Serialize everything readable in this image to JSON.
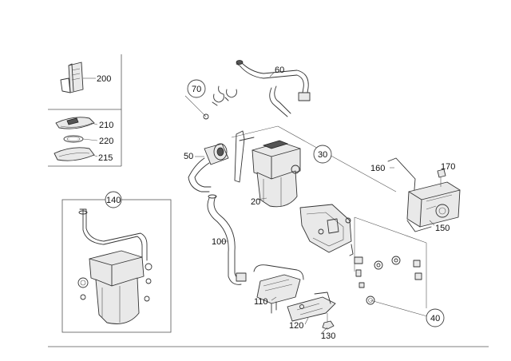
{
  "callouts": [
    {
      "id": "200",
      "text": "200"
    },
    {
      "id": "210",
      "text": "210"
    },
    {
      "id": "220",
      "text": "220"
    },
    {
      "id": "215",
      "text": "215"
    },
    {
      "id": "140",
      "text": "140"
    },
    {
      "id": "70",
      "text": "70"
    },
    {
      "id": "60",
      "text": "60"
    },
    {
      "id": "50",
      "text": "50"
    },
    {
      "id": "30",
      "text": "30"
    },
    {
      "id": "20",
      "text": "20"
    },
    {
      "id": "160",
      "text": "160"
    },
    {
      "id": "170",
      "text": "170"
    },
    {
      "id": "150",
      "text": "150"
    },
    {
      "id": "100",
      "text": "100"
    },
    {
      "id": "110",
      "text": "110"
    },
    {
      "id": "120",
      "text": "120"
    },
    {
      "id": "130",
      "text": "130"
    },
    {
      "id": "40",
      "text": "40"
    }
  ]
}
